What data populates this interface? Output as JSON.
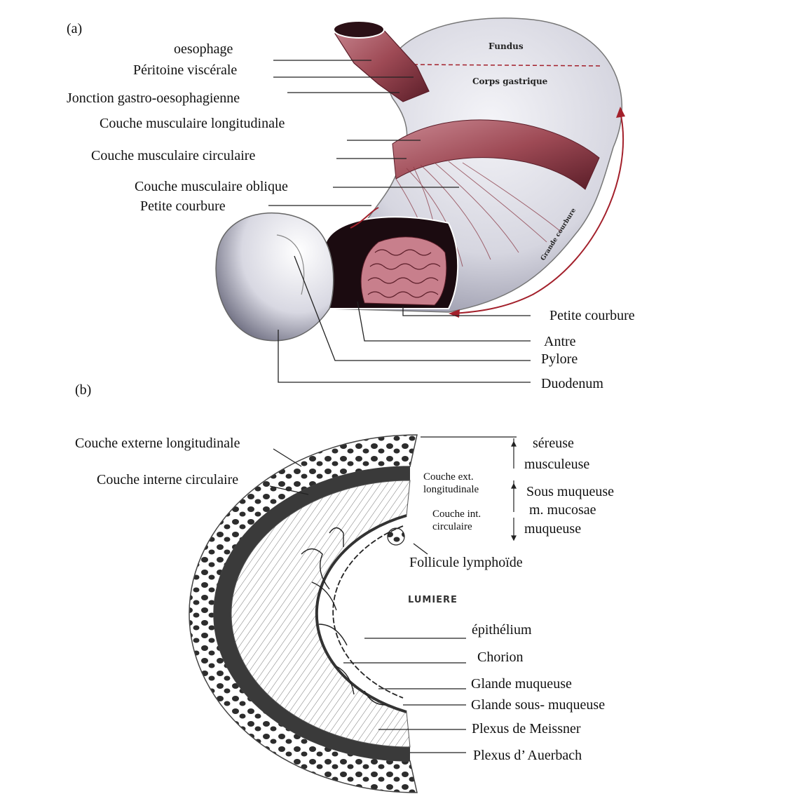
{
  "panel_a": {
    "tag": "(a)",
    "labels_left": [
      "oesophage",
      "Péritoine viscérale",
      "Jonction gastro-oesophagienne",
      "Couche musculaire longitudinale",
      "Couche musculaire circulaire",
      "Couche musculaire  oblique",
      "Petite courbure"
    ],
    "labels_right": [
      "Petite courbure",
      "Antre",
      "Pylore",
      "Duodenum"
    ],
    "inline": {
      "fundus": "Fundus",
      "corps": "Corps gastrique",
      "grande": "Grande courbure"
    }
  },
  "panel_b": {
    "tag": "(b)",
    "labels_left": [
      "Couche externe longitudinale",
      "Couche interne circulaire"
    ],
    "labels_inner": [
      "Couche ext.",
      "longitudinale",
      "Couche int.",
      "circulaire"
    ],
    "layers": [
      "séreuse",
      "musculeuse",
      "Sous muqueuse",
      "m. mucosae",
      "muqueuse"
    ],
    "follicule": "Follicule lymphoïde",
    "lumiere": "LUMIERE",
    "labels_right": [
      "épithélium",
      "Chorion",
      "Glande muqueuse",
      "Glande sous- muqueuse",
      "Plexus de Meissner",
      "Plexus d’ Auerbach"
    ]
  },
  "colors": {
    "muscle": "#9e4a55",
    "muscle_dark": "#5a1d28",
    "stomach": "#d9d9e2",
    "duodenum": "#cfcfd8",
    "arrow": "#a3202b"
  }
}
